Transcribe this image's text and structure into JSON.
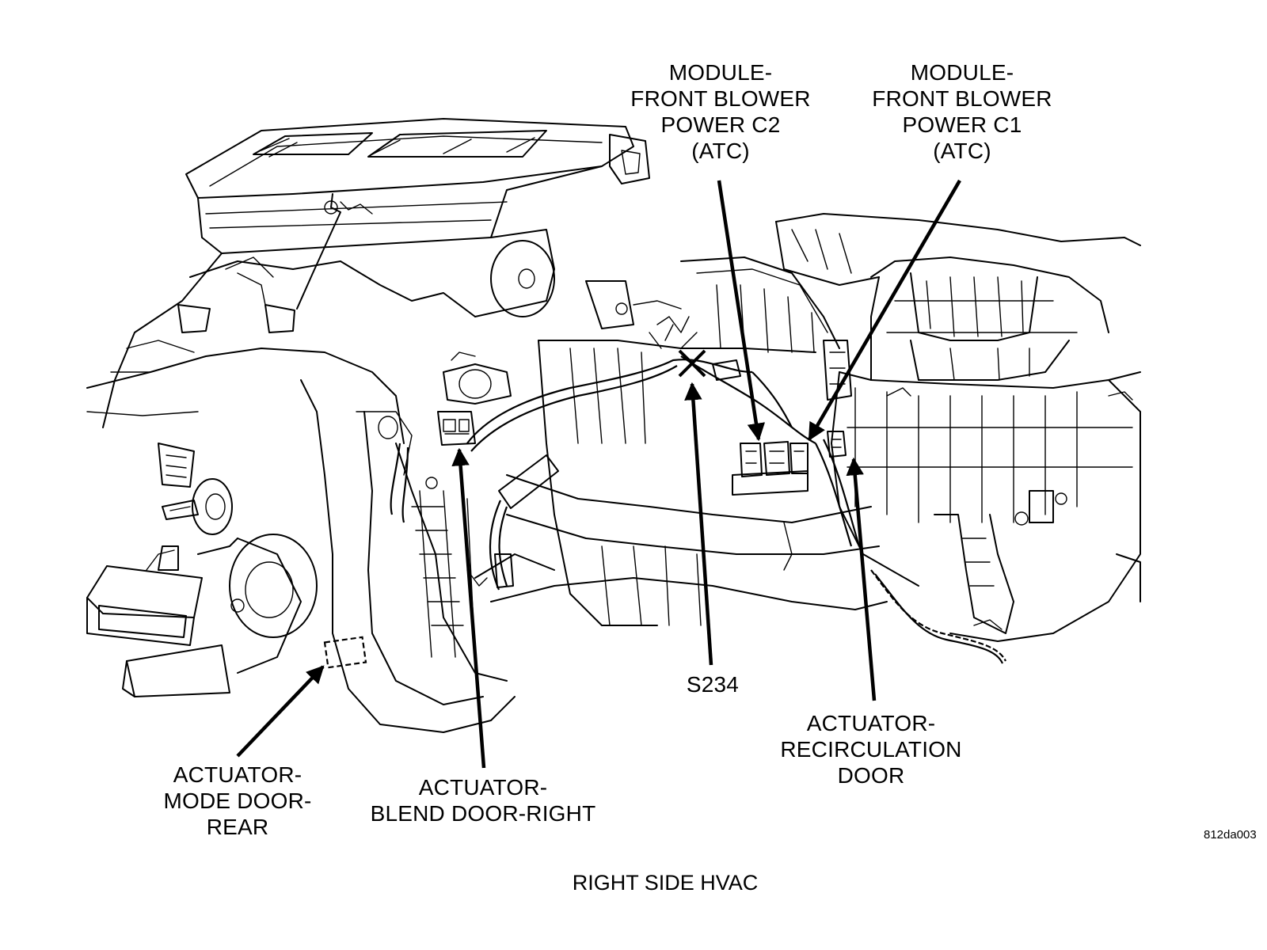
{
  "labels": {
    "module_c2": "MODULE-\nFRONT BLOWER\nPOWER C2\n(ATC)",
    "module_c1": "MODULE-\nFRONT BLOWER\nPOWER C1\n(ATC)",
    "s234": "S234",
    "recirc_actuator": "ACTUATOR-\nRECIRCULATION\nDOOR",
    "mode_actuator": "ACTUATOR-\nMODE DOOR-\nREAR",
    "blend_actuator": "ACTUATOR-\nBLEND DOOR-RIGHT"
  },
  "figure_id": "812da003",
  "caption": "RIGHT SIDE HVAC"
}
